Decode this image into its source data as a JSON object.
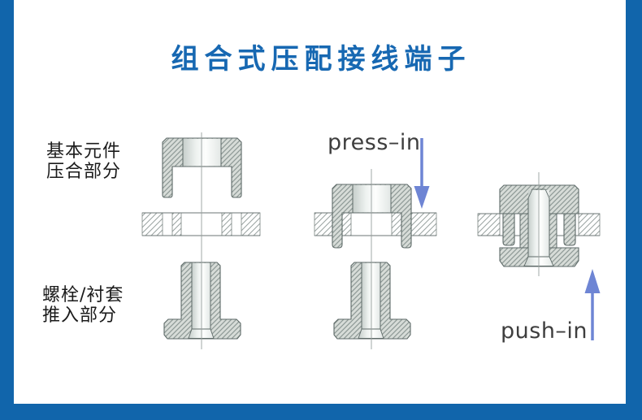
{
  "title": {
    "text": "组合式压配接线端子",
    "color": "#1768b2"
  },
  "side_labels": {
    "press_part": {
      "line1": "基本元件",
      "line2": "压合部分"
    },
    "push_part": {
      "line1": "螺栓/衬套",
      "line2": "推入部分"
    }
  },
  "annotations": {
    "press_in_label": "press–in",
    "push_in_label": "push–in",
    "arrow_color": "#6e85d4"
  },
  "colors": {
    "frame_blue": "#1165ab",
    "title_blue": "#1768b2",
    "drawing_fill": "#d7dcd8",
    "drawing_outline": "#5e6a68",
    "plate_hatch": "#9aa3a1"
  }
}
